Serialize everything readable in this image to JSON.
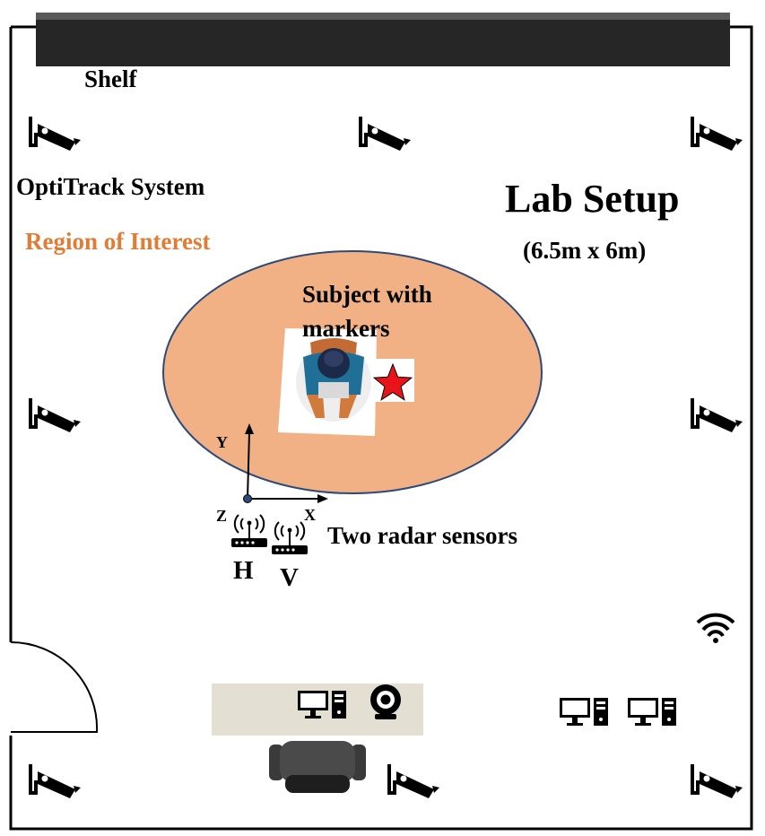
{
  "labels": {
    "shelf": "Shelf",
    "optitrack": "OptiTrack System",
    "region": "Region of Interest",
    "title": "Lab Setup",
    "dimensions": "(6.5m x 6m)",
    "subject_line1": "Subject with",
    "subject_line2": "markers",
    "radar": "Two radar sensors",
    "sensor_h": "H",
    "sensor_v": "V",
    "axis_x": "X",
    "axis_y": "Y",
    "axis_z": "Z"
  },
  "colors": {
    "region_fill": "#F1B184",
    "region_stroke": "#2E4A78",
    "region_text": "#E07C35",
    "star": "#E8141A",
    "shelf": "#262626"
  },
  "icons": {
    "camera": "security-camera-icon",
    "computer": "desktop-computer-icon",
    "webcam": "webcam-icon",
    "wifi": "wifi-icon",
    "router": "radar-router-icon",
    "chair": "office-chair-icon",
    "star": "star-marker-icon"
  }
}
